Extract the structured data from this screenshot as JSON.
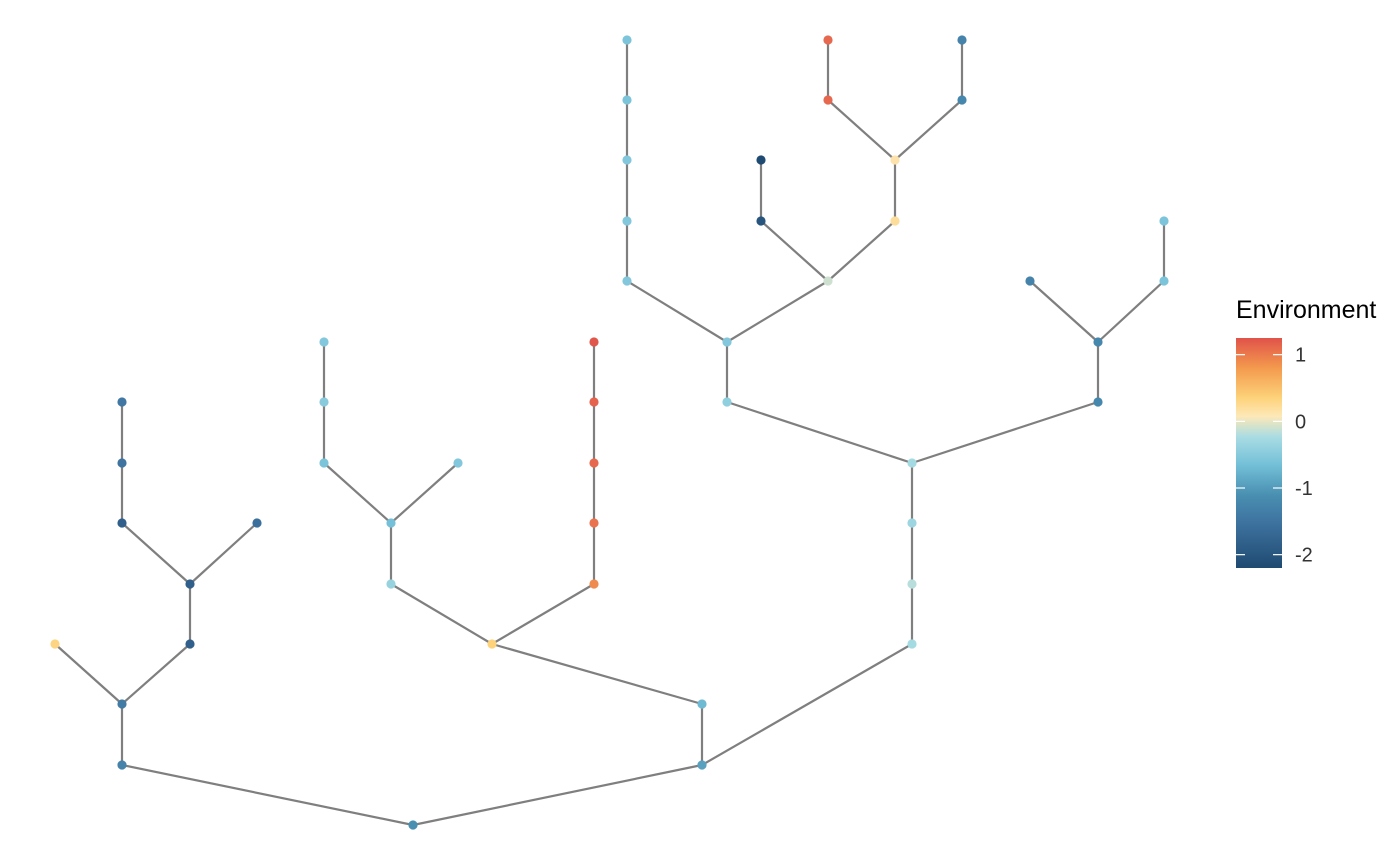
{
  "legend": {
    "title": "Environment",
    "ticks": [
      {
        "label": "1",
        "value": 1
      },
      {
        "label": "0",
        "value": 0
      },
      {
        "label": "-1",
        "value": -1
      },
      {
        "label": "-2",
        "value": -2
      }
    ],
    "range": [
      -2.2,
      1.25
    ]
  },
  "colors": {
    "edge": "#7f7f7f",
    "scale": [
      "#1f4a72",
      "#3e73a0",
      "#4a90b2",
      "#74c0d8",
      "#a9dce3",
      "#fde8b8",
      "#fdd27a",
      "#f39a4d",
      "#e76a4f",
      "#e0534a"
    ]
  },
  "tree": {
    "nodes": [
      {
        "id": 0,
        "env": -1.45
      },
      {
        "id": 1,
        "env": -1.6
      },
      {
        "id": 2,
        "env": -1.7
      },
      {
        "id": 3,
        "env": 0.05
      },
      {
        "id": 4,
        "env": -2.0
      },
      {
        "id": 5,
        "env": -2.0
      },
      {
        "id": 6,
        "env": -1.85
      },
      {
        "id": 7,
        "env": -2.0
      },
      {
        "id": 8,
        "env": -1.8
      },
      {
        "id": 9,
        "env": -1.75
      },
      {
        "id": 10,
        "env": -1.1
      },
      {
        "id": 11,
        "env": -0.8
      },
      {
        "id": 12,
        "env": 0.1
      },
      {
        "id": 13,
        "env": -1.05
      },
      {
        "id": 14,
        "env": -1.0
      },
      {
        "id": 15,
        "env": -0.9
      },
      {
        "id": 16,
        "env": -0.95
      },
      {
        "id": 17,
        "env": -0.95
      },
      {
        "id": 18,
        "env": -0.8
      },
      {
        "id": 19,
        "env": 1.2
      },
      {
        "id": 20,
        "env": 1.0
      },
      {
        "id": 21,
        "env": 0.9
      },
      {
        "id": 22,
        "env": 0.8
      },
      {
        "id": 23,
        "env": 0.6
      },
      {
        "id": 24,
        "env": -1.3
      },
      {
        "id": 25,
        "env": -0.7
      },
      {
        "id": 26,
        "env": -0.6
      },
      {
        "id": 27,
        "env": -0.75
      },
      {
        "id": 28,
        "env": -0.7
      },
      {
        "id": 29,
        "env": -0.85
      },
      {
        "id": 30,
        "env": -0.95
      },
      {
        "id": 31,
        "env": -0.95
      },
      {
        "id": 32,
        "env": -0.95
      },
      {
        "id": 33,
        "env": -0.95
      },
      {
        "id": 34,
        "env": -1.0
      },
      {
        "id": 35,
        "env": -0.5
      },
      {
        "id": 36,
        "env": -2.1
      },
      {
        "id": 37,
        "env": -2.2
      },
      {
        "id": 38,
        "env": -0.1
      },
      {
        "id": 39,
        "env": -0.2
      },
      {
        "id": 40,
        "env": 0.9
      },
      {
        "id": 41,
        "env": 0.9
      },
      {
        "id": 42,
        "env": -1.55
      },
      {
        "id": 43,
        "env": -1.55
      },
      {
        "id": 44,
        "env": -1.6
      },
      {
        "id": 45,
        "env": -1.55
      },
      {
        "id": 46,
        "env": -1.6
      },
      {
        "id": 47,
        "env": -1.0
      },
      {
        "id": 48,
        "env": -1.0
      }
    ],
    "edges": [
      [
        0,
        1
      ],
      [
        0,
        24
      ],
      [
        1,
        2
      ],
      [
        2,
        3
      ],
      [
        2,
        4
      ],
      [
        4,
        5
      ],
      [
        5,
        6
      ],
      [
        5,
        7
      ],
      [
        7,
        8
      ],
      [
        8,
        9
      ],
      [
        24,
        25
      ],
      [
        24,
        10
      ],
      [
        10,
        12
      ],
      [
        12,
        11
      ],
      [
        12,
        23
      ],
      [
        11,
        13
      ],
      [
        13,
        14
      ],
      [
        13,
        16
      ],
      [
        14,
        15
      ],
      [
        15,
        17
      ],
      [
        23,
        22
      ],
      [
        22,
        21
      ],
      [
        21,
        20
      ],
      [
        20,
        19
      ],
      [
        25,
        26
      ],
      [
        26,
        27
      ],
      [
        27,
        28
      ],
      [
        28,
        29
      ],
      [
        28,
        43
      ],
      [
        29,
        30
      ],
      [
        30,
        31
      ],
      [
        30,
        35
      ],
      [
        31,
        32
      ],
      [
        32,
        33
      ],
      [
        33,
        34
      ],
      [
        35,
        36
      ],
      [
        35,
        38
      ],
      [
        36,
        37
      ],
      [
        38,
        39
      ],
      [
        39,
        40
      ],
      [
        39,
        42
      ],
      [
        40,
        41
      ],
      [
        42,
        44
      ],
      [
        43,
        45
      ],
      [
        45,
        46
      ],
      [
        45,
        47
      ],
      [
        46,
        46
      ],
      [
        47,
        48
      ]
    ]
  }
}
